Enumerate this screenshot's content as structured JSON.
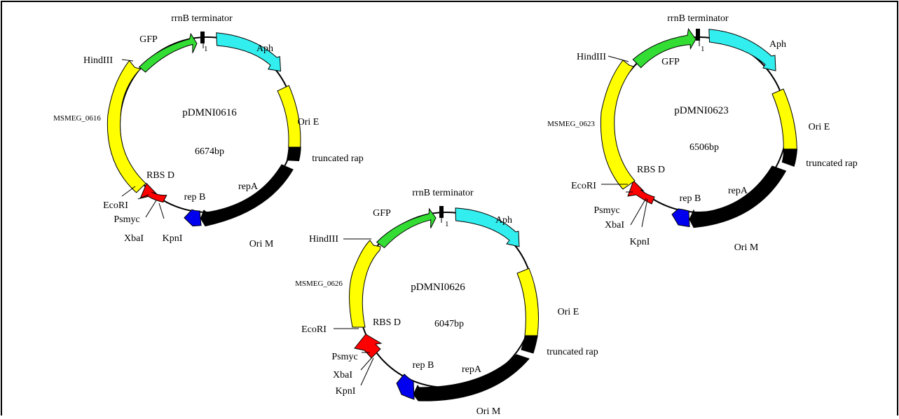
{
  "colors": {
    "gfp": "#33dd33",
    "aph": "#33eeee",
    "yellow": "#ffff00",
    "black": "#000000",
    "red": "#ff0000",
    "blue": "#0000ee",
    "outline": "#000000",
    "frame": "#000000"
  },
  "plasmids": [
    {
      "name": "pDMNI0616",
      "size": "6674bp",
      "labels": {
        "rrnb": "rrnB terminator",
        "one": "1",
        "gfp": "GFP",
        "aph": "Aph",
        "hindiii": "HindIII",
        "msmeg": "MSMEG_0616",
        "orie": "Ori E",
        "trunc": "truncated rap",
        "repa": "repA",
        "rbsd": "RBS D",
        "repb": "rep B",
        "ecori": "EcoRI",
        "psmyc": "Psmyc",
        "xbai": "XbaI",
        "kpni": "KpnI",
        "orim": "Ori M"
      }
    },
    {
      "name": "pDMNI0623",
      "size": "6506bp",
      "labels": {
        "rrnb": "rrnB terminator",
        "one": "1",
        "gfp": "GFP",
        "aph": "Aph",
        "hindiii": "HindIII",
        "msmeg": "MSMEG_0623",
        "orie": "Ori E",
        "trunc": "truncated rap",
        "repa": "repA",
        "rbsd": "RBS D",
        "repb": "rep B",
        "ecori": "EcoRI",
        "psmyc": "Psmyc",
        "xbai": "XbaI",
        "kpni": "KpnI",
        "orim": "Ori M"
      }
    },
    {
      "name": "pDMNI0626",
      "size": "6047bp",
      "labels": {
        "rrnb": "rrnB terminator",
        "one": "1",
        "gfp": "GFP",
        "aph": "Aph",
        "hindiii": "HindIII",
        "msmeg": "MSMEG_0626",
        "orie": "Ori E",
        "trunc": "truncated rap",
        "repa": "repA",
        "rbsd": "RBS D",
        "repb": "rep B",
        "ecori": "EcoRI",
        "psmyc": "Psmyc",
        "xbai": "XbaI",
        "kpni": "KpnI",
        "orim": "Ori M"
      }
    }
  ]
}
